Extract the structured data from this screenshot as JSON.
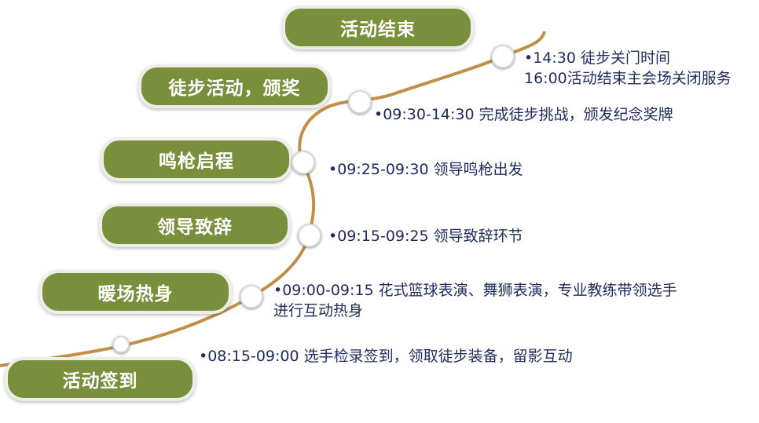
{
  "stages": [
    {
      "label": "活动结束",
      "desc": [
        "•14:30  徒步关门时间",
        "16:00活动结束主会场关闭服务"
      ]
    },
    {
      "label": "徒步活动，颁奖",
      "desc": [
        "•09:30-14:30  完成徒步挑战，颁发纪念奖牌"
      ]
    },
    {
      "label": "鸣枪启程",
      "desc": [
        "•09:25-09:30  领导鸣枪出发"
      ]
    },
    {
      "label": "领导致辞",
      "desc": [
        "•09:15-09:25  领导致辞环节"
      ]
    },
    {
      "label": "暖场热身",
      "desc": [
        "•09:00-09:15  花式篮球表演、舞狮表演，专业教练带领选手",
        "进行互动热身"
      ]
    },
    {
      "label": "活动签到",
      "desc": [
        "•08:15-09:00  选手检录签到，领取徒步装备，留影互动"
      ]
    }
  ],
  "colors": {
    "pill": "#7a8f3b",
    "path": "#c28f48",
    "text": "#1f2b5c"
  }
}
